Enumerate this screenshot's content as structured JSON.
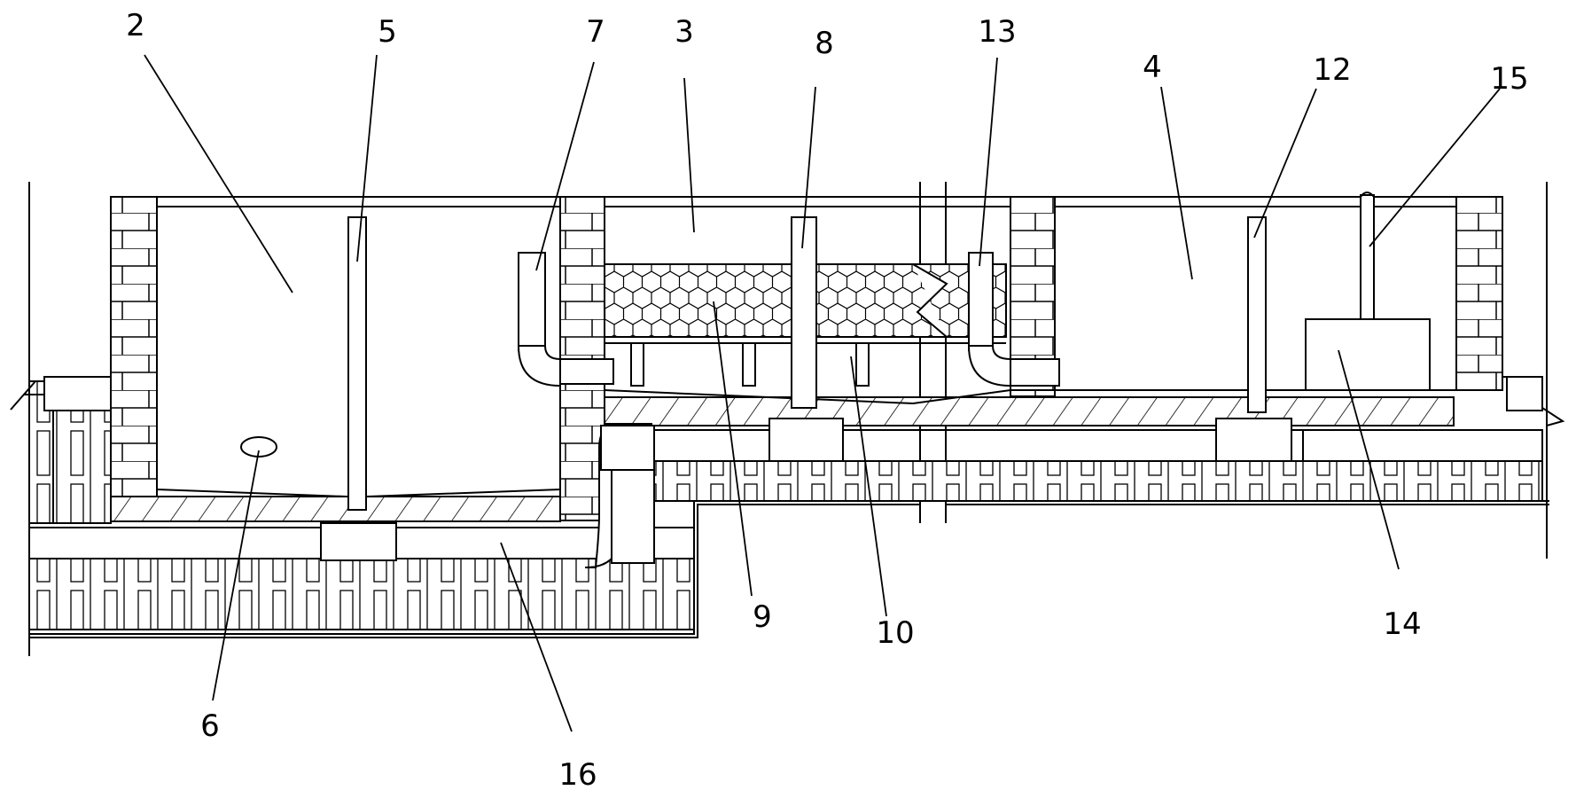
{
  "labels": {
    "l2": "2",
    "l3": "3",
    "l4": "4",
    "l5": "5",
    "l6": "6",
    "l7": "7",
    "l8": "8",
    "l9": "9",
    "l10": "10",
    "l12": "12",
    "l13": "13",
    "l14": "14",
    "l15": "15",
    "l16": "16"
  },
  "colors": {
    "line": "#000000",
    "background": "#ffffff"
  }
}
